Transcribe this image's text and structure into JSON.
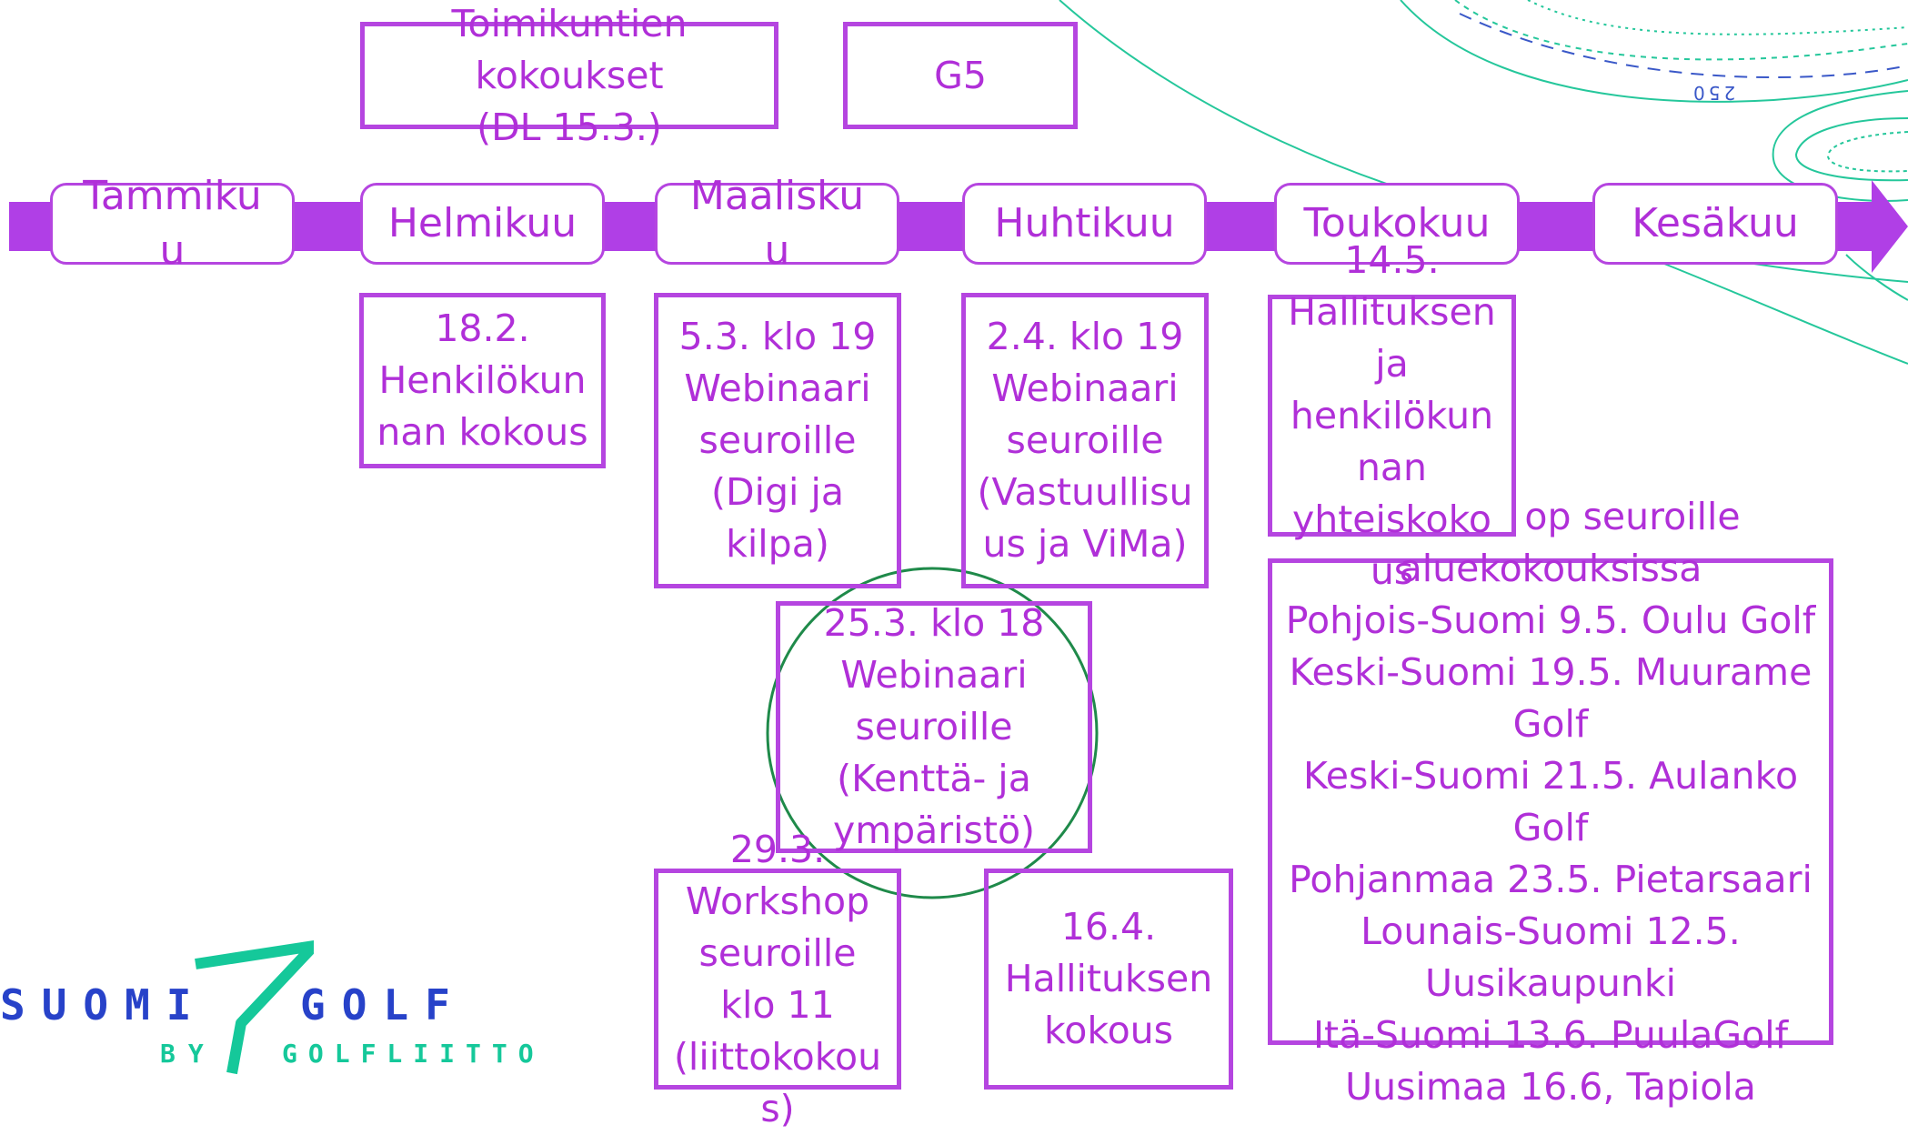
{
  "deco_label": "250",
  "top_boxes": {
    "committees": [
      "Toimikuntien",
      "kokoukset",
      "(DL 15.3.)"
    ],
    "g5": "G5"
  },
  "months": [
    {
      "lines": [
        "Tammiku",
        "u"
      ]
    },
    {
      "lines": [
        "Helmikuu"
      ]
    },
    {
      "lines": [
        "Maalisku",
        "u"
      ]
    },
    {
      "lines": [
        "Huhtikuu"
      ]
    },
    {
      "lines": [
        "Toukokuu"
      ]
    },
    {
      "lines": [
        "Kesäkuu"
      ]
    }
  ],
  "events": {
    "feb18": [
      "18.2.",
      "Henkilökun",
      "nan kokous"
    ],
    "mar5": [
      "5.3. klo 19",
      "Webinaari",
      "seuroille",
      "(Digi ja",
      "kilpa)"
    ],
    "apr2": [
      "2.4. klo 19",
      "Webinaari",
      "seuroille",
      "(Vastuullisu",
      "us ja ViMa)"
    ],
    "may14": [
      "14.5.",
      "Hallituksen",
      "ja",
      "henkilökun",
      "nan",
      "yhteiskoko",
      "us"
    ],
    "mar25": [
      "25.3. klo 18",
      "Webinaari",
      "seuroille",
      "(Kenttä- ja",
      "ympäristö)"
    ],
    "mar29": [
      "29.3.",
      "Workshop",
      "seuroille",
      "klo 11",
      "(liittokokou",
      "s)"
    ],
    "apr16": [
      "16.4.",
      "Hallituksen",
      "kokous"
    ],
    "regional": [
      "op seuroille",
      "aluekokouksissa",
      "Pohjois-Suomi 9.5. Oulu Golf",
      "Keski-Suomi 19.5. Muurame",
      "Golf",
      "Keski-Suomi 21.5. Aulanko",
      "Golf",
      "Pohjanmaa 23.5. Pietarsaari",
      "Lounais-Suomi 12.5.",
      "Uusikaupunki",
      "Itä-Suomi 13.6. PuulaGolf",
      "Uusimaa 16.6, Tapiola"
    ]
  },
  "logo": {
    "left": "SUOMI",
    "right": "GOLF",
    "by": "BY",
    "org": "GOLFLIITTO"
  },
  "colors": {
    "purple": "#b545e0",
    "text": "#b02fd8",
    "circle": "#1f8a4a",
    "logo_blue": "#2742c9",
    "logo_green": "#15c89a"
  }
}
